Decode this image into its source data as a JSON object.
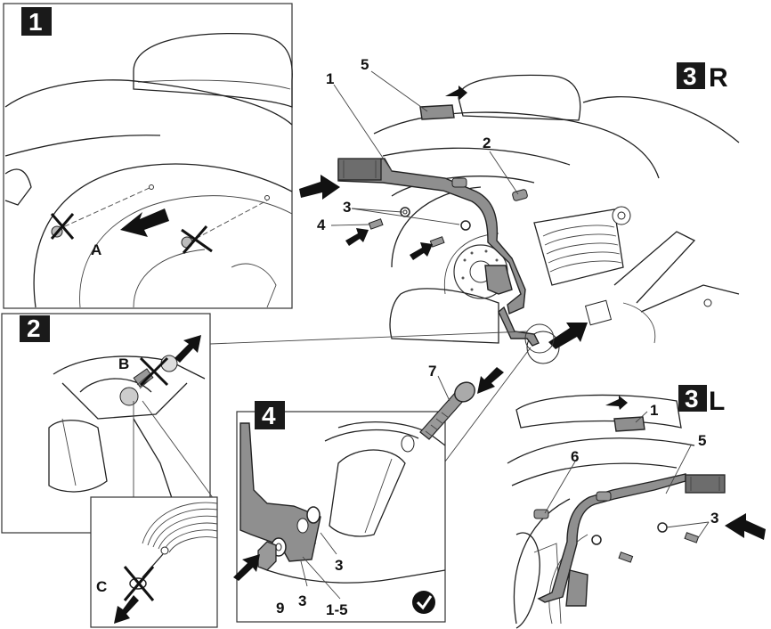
{
  "steps": {
    "step1": {
      "number": "1"
    },
    "step2": {
      "number": "2"
    },
    "step3r": {
      "number": "3",
      "side": "R"
    },
    "step3l": {
      "number": "3",
      "side": "L"
    },
    "step4": {
      "number": "4"
    }
  },
  "callouts": {
    "step1": {
      "a": "A"
    },
    "step2": {
      "b": "B",
      "c": "C"
    },
    "step3r": {
      "one": "1",
      "two": "2",
      "three": "3",
      "four": "4",
      "five": "5"
    },
    "step3l": {
      "one": "1",
      "three": "3",
      "five": "5",
      "six": "6"
    },
    "step4": {
      "seven": "7",
      "three_a": "3",
      "nine": "9",
      "three_b": "3",
      "one_to_five": "1-5"
    }
  },
  "icons": [
    "check-icon",
    "push-arrow-icon",
    "remove-cross-icon"
  ],
  "colors": {
    "parts_fill": "#8f8f8f",
    "badge": "#1a1a1a"
  }
}
